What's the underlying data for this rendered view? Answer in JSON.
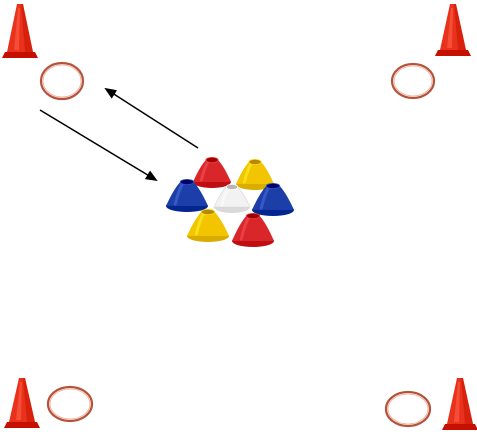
{
  "diagram": {
    "background_color": "#ffffff",
    "corner_cones": [
      {
        "name": "cone-top-left",
        "icon": "traffic-cone-icon",
        "color": "#e8321c"
      },
      {
        "name": "cone-top-right",
        "icon": "traffic-cone-icon",
        "color": "#e8321c"
      },
      {
        "name": "cone-bottom-left",
        "icon": "traffic-cone-icon",
        "color": "#e8321c"
      },
      {
        "name": "cone-bottom-right",
        "icon": "traffic-cone-icon",
        "color": "#e8321c"
      }
    ],
    "hoops": [
      {
        "name": "hoop-top-left",
        "icon": "hoop-ring-icon",
        "color": "#b5533a"
      },
      {
        "name": "hoop-top-right",
        "icon": "hoop-ring-icon",
        "color": "#b5533a"
      },
      {
        "name": "hoop-bottom-left",
        "icon": "hoop-ring-icon",
        "color": "#b5533a"
      },
      {
        "name": "hoop-bottom-right",
        "icon": "hoop-ring-icon",
        "color": "#b5533a"
      }
    ],
    "disc_cones": [
      {
        "name": "disc-cone-red-top",
        "icon": "disc-cone-icon",
        "color": "#d9262b"
      },
      {
        "name": "disc-cone-yellow-top",
        "icon": "disc-cone-icon",
        "color": "#f2c500"
      },
      {
        "name": "disc-cone-blue-left",
        "icon": "disc-cone-icon",
        "color": "#1c3ea8"
      },
      {
        "name": "disc-cone-white-center",
        "icon": "disc-cone-icon",
        "color": "#f2f2f2"
      },
      {
        "name": "disc-cone-blue-right",
        "icon": "disc-cone-icon",
        "color": "#1c3ea8"
      },
      {
        "name": "disc-cone-yellow-bottom",
        "icon": "disc-cone-icon",
        "color": "#f2c500"
      },
      {
        "name": "disc-cone-red-bottom",
        "icon": "disc-cone-icon",
        "color": "#d9262b"
      }
    ],
    "arrows": [
      {
        "name": "arrow-to-top-left-hoop",
        "icon": "arrow-icon",
        "color": "#000000"
      },
      {
        "name": "arrow-to-center-cones",
        "icon": "arrow-icon",
        "color": "#000000"
      }
    ]
  }
}
